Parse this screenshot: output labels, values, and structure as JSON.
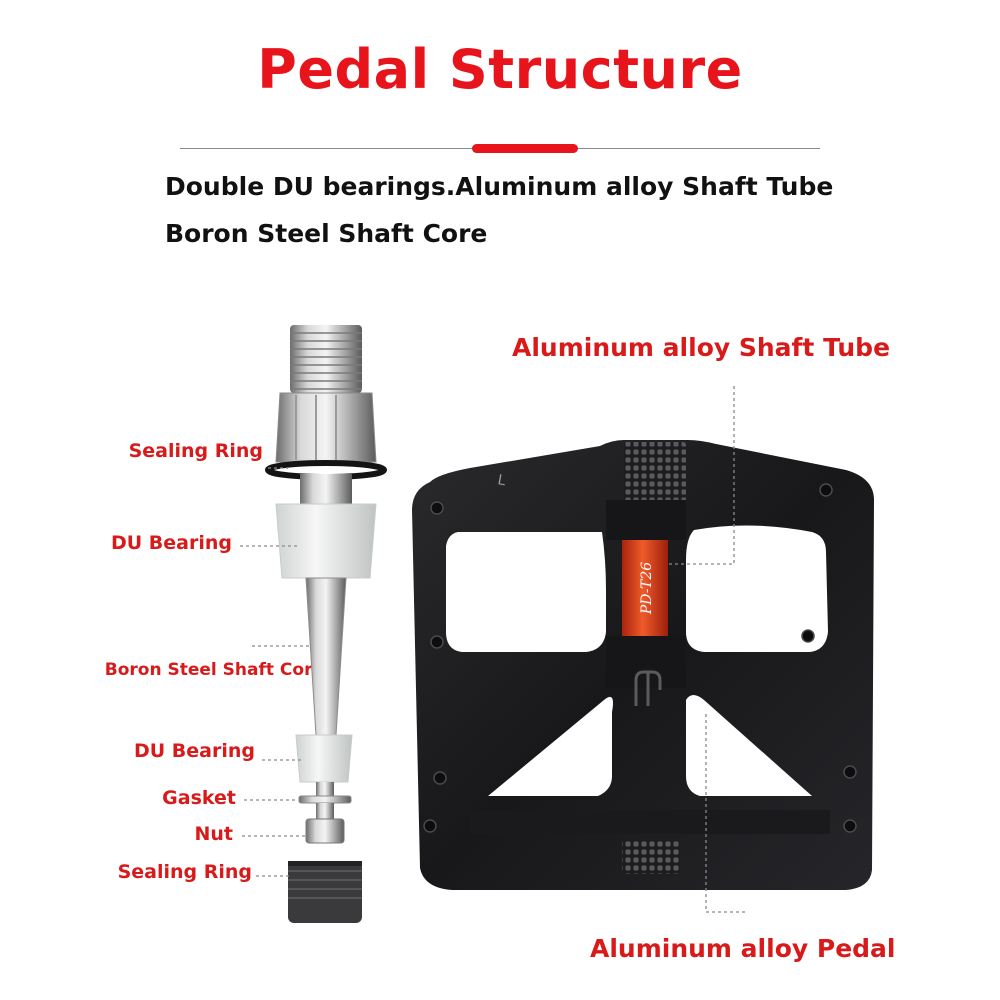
{
  "title": "Pedal Structure",
  "description": {
    "line1": "Double DU bearings.Aluminum alloy Shaft Tube",
    "line2": "Boron Steel Shaft Core"
  },
  "shaft_labels": [
    {
      "id": "sealing-ring-top",
      "text": "Sealing Ring"
    },
    {
      "id": "du-bearing-top",
      "text": "DU Bearing"
    },
    {
      "id": "boron-steel-shaft-core",
      "text": "Boron Steel Shaft Core"
    },
    {
      "id": "du-bearing-bottom",
      "text": "DU Bearing"
    },
    {
      "id": "gasket",
      "text": "Gasket"
    },
    {
      "id": "nut",
      "text": "Nut"
    },
    {
      "id": "sealing-ring-bottom",
      "text": "Sealing Ring"
    }
  ],
  "pedal_labels": {
    "shaft_tube": "Aluminum alloy Shaft Tube",
    "pedal": "Aluminum alloy Pedal"
  },
  "pedal_marks": {
    "model": "PD-T26",
    "side": "L"
  },
  "colors": {
    "accent_red": "#e8141b",
    "label_red": "#d81a1a",
    "pedal_black": "#1b1b1d",
    "tube_orange": "#e8431f"
  }
}
